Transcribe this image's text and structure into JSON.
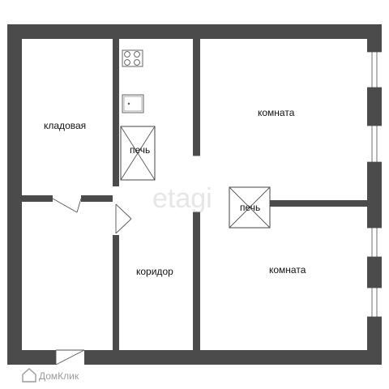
{
  "rooms": {
    "storage": "кладовая",
    "room_top": "комната",
    "room_bottom": "комната",
    "corridor": "коридор"
  },
  "stoves": {
    "stove_kitchen": "печь",
    "stove_center": "печь"
  },
  "watermark": {
    "center": "etagi",
    "corner": "ДомКлик"
  },
  "colors": {
    "wall": "#4b4b4b",
    "background": "#ffffff"
  }
}
